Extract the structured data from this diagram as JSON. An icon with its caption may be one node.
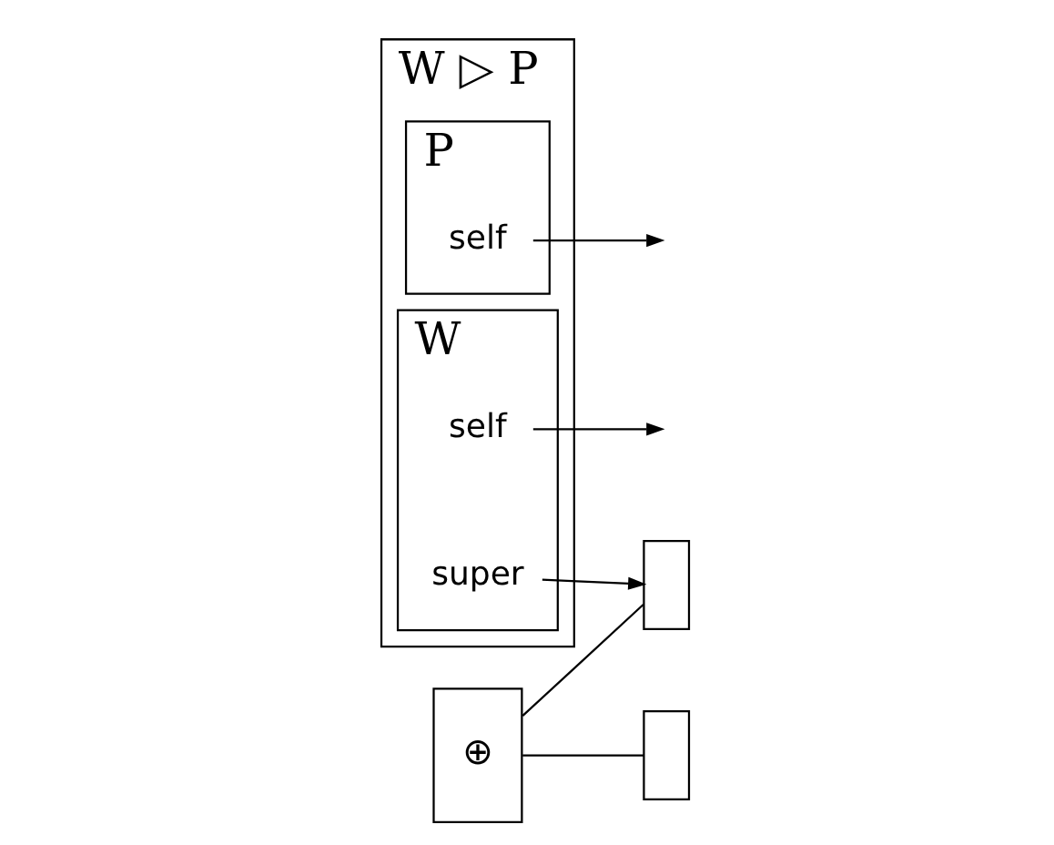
{
  "diagram": {
    "nodes": [
      {
        "text": [
          "W ▷ P"
        ]
      },
      {
        "text": [
          "P"
        ],
        "in": 0
      },
      {
        "text": [
          "self"
        ],
        "in": 1
      },
      {
        "text": [
          "W"
        ],
        "in": 0
      },
      {
        "text": [
          "super"
        ],
        "in": 3
      },
      {
        "text": [
          "self"
        ],
        "in": 3
      },
      {
        "text": [
          "⊕"
        ]
      },
      {
        "text": [],
        "shape": "box"
      },
      {
        "text": [],
        "shape": "box"
      }
    ],
    "edges": [
      {
        "from": 6,
        "to": 7,
        "arrow": "none"
      },
      {
        "from": 6,
        "to": 8,
        "arrow": "none"
      },
      {
        "from": 4,
        "to": 7,
        "arrow": "to"
      },
      {
        "from": 2,
        "to": null,
        "arrow": "to"
      },
      {
        "from": 5,
        "to": null,
        "arrow": "to"
      }
    ]
  }
}
